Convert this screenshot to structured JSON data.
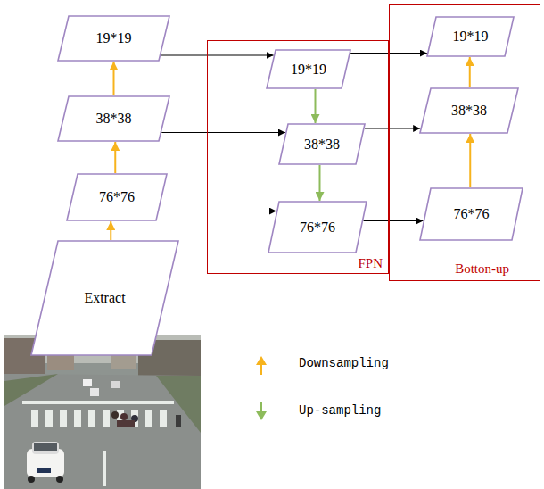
{
  "diagram": {
    "nodes": [
      {
        "text": [
          "19*19"
        ]
      },
      {
        "text": [
          "38*38"
        ]
      },
      {
        "text": [
          "76*76"
        ]
      },
      {
        "text": [
          "Extract"
        ]
      },
      {
        "text": [
          "FPN"
        ]
      },
      {
        "text": [
          "19*19"
        ],
        "in": 4
      },
      {
        "text": [
          "38*38"
        ],
        "in": 4
      },
      {
        "text": [
          "76*76"
        ],
        "in": 4
      },
      {
        "text": [
          "Botton-up"
        ]
      },
      {
        "text": [
          "19*19"
        ],
        "in": 8
      },
      {
        "text": [
          "38*38"
        ],
        "in": 8
      },
      {
        "text": [
          "76*76"
        ],
        "in": 8
      }
    ],
    "edges": [
      {
        "from": 3,
        "to": 2,
        "arrow": "to"
      },
      {
        "from": 2,
        "to": 1,
        "arrow": "to"
      },
      {
        "from": 1,
        "to": 0,
        "arrow": "to"
      },
      {
        "from": 0,
        "to": 5,
        "arrow": "to"
      },
      {
        "from": 1,
        "to": 6,
        "arrow": "to"
      },
      {
        "from": 2,
        "to": 7,
        "arrow": "to"
      },
      {
        "from": 5,
        "to": 6,
        "arrow": "to"
      },
      {
        "from": 6,
        "to": 7,
        "arrow": "to"
      },
      {
        "from": 5,
        "to": 9,
        "arrow": "to"
      },
      {
        "from": 6,
        "to": 10,
        "arrow": "to"
      },
      {
        "from": 7,
        "to": 11,
        "arrow": "to"
      },
      {
        "from": 11,
        "to": 10,
        "arrow": "to"
      },
      {
        "from": 10,
        "to": 9,
        "arrow": "to"
      }
    ],
    "legend": [
      {
        "text": "Downsampling"
      },
      {
        "text": "Up-sampling"
      }
    ]
  }
}
